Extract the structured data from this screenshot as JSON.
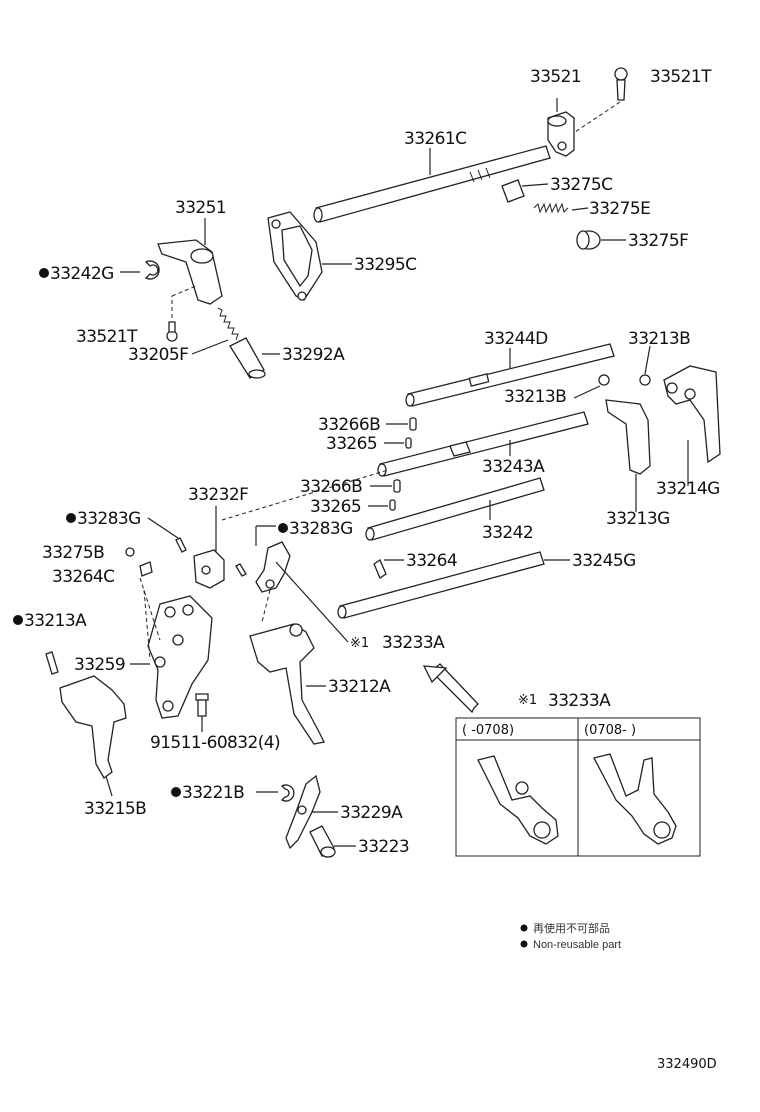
{
  "labels": {
    "p33521": "33521",
    "p33521T_top": "33521T",
    "p33261C": "33261C",
    "p33275C": "33275C",
    "p33275E": "33275E",
    "p33275F": "33275F",
    "p33251": "33251",
    "p33295C": "33295C",
    "p33242G": "33242G",
    "p33521T": "33521T",
    "p33205F": "33205F",
    "p33292A": "33292A",
    "p33244D": "33244D",
    "p33213B_a": "33213B",
    "p33213B_b": "33213B",
    "p33266B_a": "33266B",
    "p33265_a": "33265",
    "p33243A": "33243A",
    "p33214G": "33214G",
    "p33232F": "33232F",
    "p33266B_b": "33266B",
    "p33265_b": "33265",
    "p33283G_a": "33283G",
    "p33283G_b": "33283G",
    "p33242": "33242",
    "p33213G": "33213G",
    "p33275B": "33275B",
    "p33264C": "33264C",
    "p33264": "33264",
    "p33245G": "33245G",
    "p33213A": "33213A",
    "p33259": "33259",
    "p33233A": "33233A",
    "p33212A": "33212A",
    "p91511": "91511-60832(4)",
    "p33215B": "33215B",
    "p33221B": "33221B",
    "p33229A": "33229A",
    "p33223": "33223"
  },
  "ref_marker": "※1",
  "inset": {
    "title": "33233A",
    "col_left": "(      -0708)",
    "col_right": "(0708-        )"
  },
  "legend": {
    "line_jp": "再使用不可部品",
    "line_en": "Non-reusable part"
  },
  "figure_code": "332490D"
}
